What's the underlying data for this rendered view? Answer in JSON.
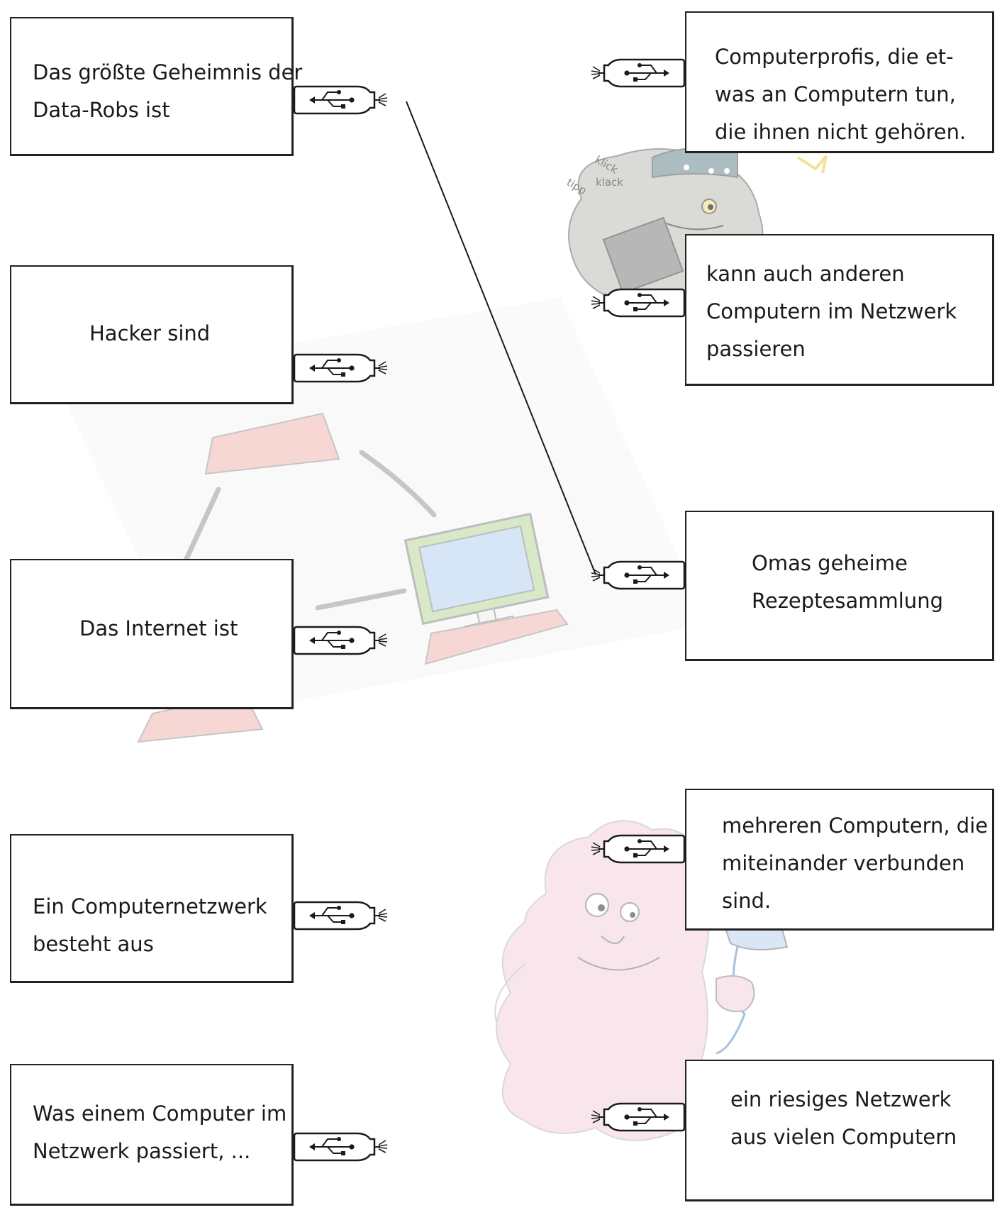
{
  "left_cards": [
    {
      "id": "l1",
      "lines": [
        "Das größte Geheimnis der",
        "Data-Robs ist"
      ]
    },
    {
      "id": "l2",
      "lines": [
        "Hacker sind"
      ]
    },
    {
      "id": "l3",
      "lines": [
        "Das Internet ist"
      ]
    },
    {
      "id": "l4",
      "lines": [
        "Ein Computernetzwerk",
        "besteht aus"
      ]
    },
    {
      "id": "l5",
      "lines": [
        "Was einem Computer im",
        "Netzwerk passiert, ..."
      ]
    }
  ],
  "right_cards": [
    {
      "id": "r1",
      "lines": [
        "Computerprofis, die et-",
        "was an Computern tun,",
        "die ihnen nicht gehören."
      ]
    },
    {
      "id": "r2",
      "lines": [
        "kann auch anderen",
        "Computern im Netzwerk",
        "passieren"
      ]
    },
    {
      "id": "r3",
      "lines": [
        "Omas geheime",
        "Rezeptesammlung"
      ]
    },
    {
      "id": "r4",
      "lines": [
        "mehreren Computern, die",
        "miteinander verbunden",
        "sind."
      ]
    },
    {
      "id": "r5",
      "lines": [
        "ein riesiges Netzwerk",
        "aus vielen Computern"
      ]
    }
  ],
  "illustration_text": {
    "klick": "klick",
    "klack": "klack",
    "tipp": "tipp"
  },
  "drawn_connections": [
    {
      "from": "l1",
      "to": "r3"
    }
  ],
  "colors": {
    "line": "#1a1a1a",
    "robot_bg": "#c9c9c5",
    "screen": "#cfe1f3",
    "monitor_frame": "#cfe2b4",
    "keyboard": "#f0c9c4",
    "cloud_monster": "#f1d9e1"
  }
}
